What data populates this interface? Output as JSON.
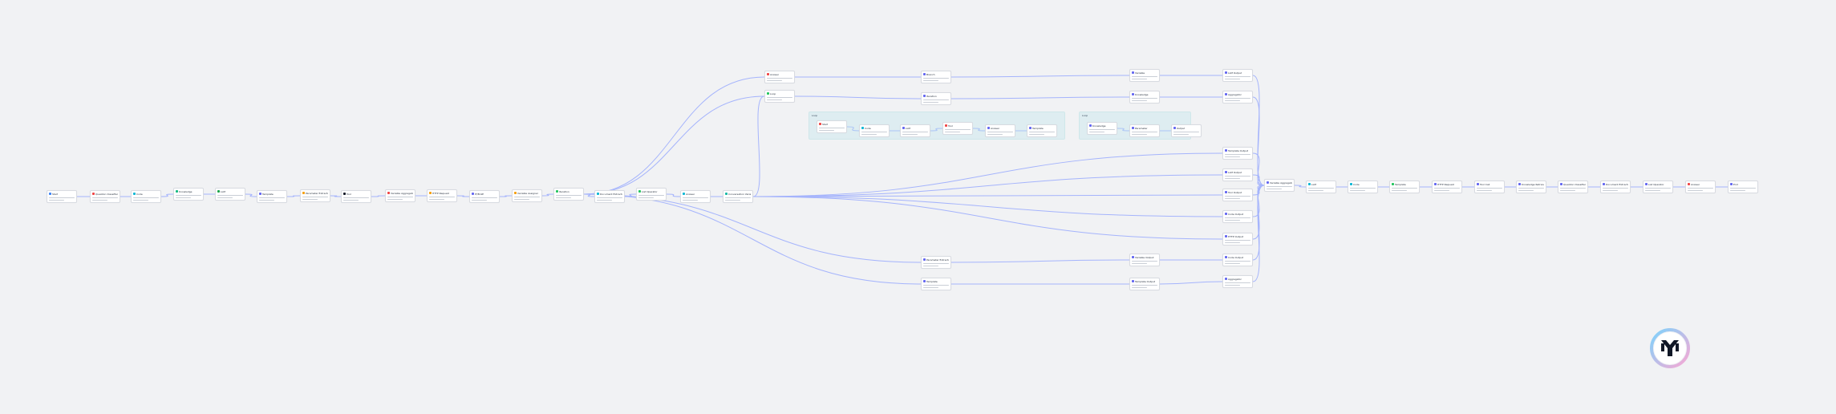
{
  "workflow": {
    "nodes": [
      {
        "id": "n1",
        "title": "Start",
        "color": "#3b82f6"
      },
      {
        "id": "n2",
        "title": "Question Classifier",
        "color": "#ef4444"
      },
      {
        "id": "n3",
        "title": "Code",
        "color": "#06b6d4"
      },
      {
        "id": "n4",
        "title": "Knowledge",
        "color": "#10b981"
      },
      {
        "id": "n5",
        "title": "LLM",
        "color": "#16a34a"
      },
      {
        "id": "n6",
        "title": "Template",
        "color": "#6366f1"
      },
      {
        "id": "n7",
        "title": "Parameter Extractor",
        "color": "#f59e0b"
      },
      {
        "id": "n8",
        "title": "Tool",
        "color": "#111827"
      },
      {
        "id": "n9",
        "title": "Variable Aggregator",
        "color": "#ef4444"
      },
      {
        "id": "n10",
        "title": "HTTP Request",
        "color": "#f59e0b"
      },
      {
        "id": "n11",
        "title": "IF/ELSE",
        "color": "#6366f1"
      },
      {
        "id": "n12",
        "title": "Variable Assigner",
        "color": "#f59e0b"
      },
      {
        "id": "n13",
        "title": "Iteration",
        "color": "#22c55e"
      },
      {
        "id": "n14",
        "title": "Document Extractor",
        "color": "#06b6d4"
      },
      {
        "id": "n15",
        "title": "List Operator",
        "color": "#22c55e"
      },
      {
        "id": "n16",
        "title": "Answer",
        "color": "#06b6d4"
      },
      {
        "id": "n17",
        "title": "Conversation Variables",
        "color": "#14b8a6"
      },
      {
        "id": "u1",
        "title": "Answer",
        "color": "#ef4444"
      },
      {
        "id": "u2",
        "title": "Loop",
        "color": "#22c55e"
      },
      {
        "id": "u3",
        "title": "Branch",
        "color": "#6366f1"
      },
      {
        "id": "u4",
        "title": "Iteration",
        "color": "#6366f1"
      },
      {
        "id": "u5",
        "title": "Variable",
        "color": "#6366f1"
      },
      {
        "id": "u6",
        "title": "Knowledge",
        "color": "#6366f1"
      },
      {
        "id": "u7",
        "title": "LLM Output",
        "color": "#6366f1"
      },
      {
        "id": "u8",
        "title": "Aggregator",
        "color": "#6366f1"
      },
      {
        "id": "g1",
        "title": "Start",
        "color": "#ef4444"
      },
      {
        "id": "g2",
        "title": "Code",
        "color": "#06b6d4"
      },
      {
        "id": "g3",
        "title": "LLM",
        "color": "#6366f1"
      },
      {
        "id": "g4",
        "title": "Tool",
        "color": "#ef4444"
      },
      {
        "id": "g5",
        "title": "Answer",
        "color": "#6366f1"
      },
      {
        "id": "g6",
        "title": "Template",
        "color": "#6366f1"
      },
      {
        "id": "g7",
        "title": "Knowledge",
        "color": "#6366f1"
      },
      {
        "id": "g8",
        "title": "Parameter",
        "color": "#6366f1"
      },
      {
        "id": "g9",
        "title": "Output",
        "color": "#6366f1"
      },
      {
        "id": "r1",
        "title": "Template Output",
        "color": "#6366f1"
      },
      {
        "id": "r2",
        "title": "LLM Output",
        "color": "#6366f1"
      },
      {
        "id": "r3",
        "title": "Tool Output",
        "color": "#6366f1"
      },
      {
        "id": "r4",
        "title": "Code Output",
        "color": "#6366f1"
      },
      {
        "id": "r5",
        "title": "HTTP Output",
        "color": "#6366f1"
      },
      {
        "id": "r6",
        "title": "Knowledge Output",
        "color": "#6366f1"
      },
      {
        "id": "r7",
        "title": "Assigner Output",
        "color": "#6366f1"
      },
      {
        "id": "l1",
        "title": "Parameter Extractor",
        "color": "#6366f1"
      },
      {
        "id": "l2",
        "title": "Template",
        "color": "#6366f1"
      },
      {
        "id": "l3",
        "title": "Variable Output",
        "color": "#6366f1"
      },
      {
        "id": "l4",
        "title": "Template Output",
        "color": "#6366f1"
      },
      {
        "id": "l5",
        "title": "Code Output",
        "color": "#6366f1"
      },
      {
        "id": "l6",
        "title": "Aggregator",
        "color": "#6366f1"
      },
      {
        "id": "m1",
        "title": "Variable Aggregator",
        "color": "#6366f1"
      },
      {
        "id": "t1",
        "title": "LLM",
        "color": "#06b6d4"
      },
      {
        "id": "t2",
        "title": "Code",
        "color": "#06b6d4"
      },
      {
        "id": "t3",
        "title": "Template",
        "color": "#22c55e"
      },
      {
        "id": "t4",
        "title": "HTTP Request",
        "color": "#6366f1"
      },
      {
        "id": "t5",
        "title": "Tool Call",
        "color": "#6366f1"
      },
      {
        "id": "t6",
        "title": "Knowledge Retrieval",
        "color": "#6366f1"
      },
      {
        "id": "t7",
        "title": "Question Classifier",
        "color": "#6366f1"
      },
      {
        "id": "t8",
        "title": "Document Extractor",
        "color": "#6366f1"
      },
      {
        "id": "t9",
        "title": "List Operator",
        "color": "#6366f1"
      },
      {
        "id": "t10",
        "title": "Answer",
        "color": "#ef4444"
      },
      {
        "id": "t11",
        "title": "End",
        "color": "#6366f1"
      }
    ],
    "groups": [
      {
        "id": "G1",
        "title": "Loop"
      },
      {
        "id": "G2",
        "title": "Loop"
      }
    ]
  }
}
